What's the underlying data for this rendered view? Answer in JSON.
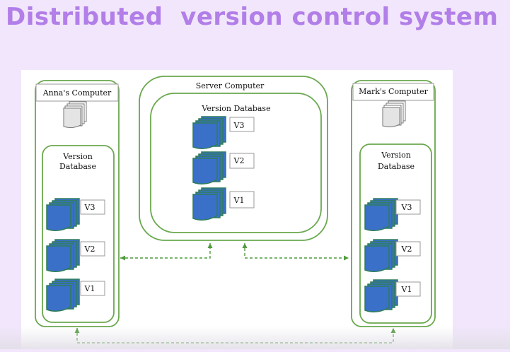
{
  "slide": {
    "title": "Distributed  version control system"
  },
  "colors": {
    "title": "#b27ee8",
    "background": "#f1e6fb",
    "frame": "#6aa84f",
    "stack_fill": "#3a70c8",
    "stack_edge": "#2e7d5a",
    "arrow": "#4f9a3c"
  },
  "diagram": {
    "anna": {
      "title": "Anna's Computer",
      "db_line1": "Version",
      "db_line2": "Database",
      "versions": [
        "V3",
        "V2",
        "V1"
      ]
    },
    "server": {
      "title": "Server Computer",
      "db_title": "Version Database",
      "versions": [
        "V3",
        "V2",
        "V1"
      ]
    },
    "mark": {
      "title": "Mark's Computer",
      "db_line1": "Version",
      "db_line2": "Database",
      "versions": [
        "V3",
        "V2",
        "V1"
      ]
    }
  }
}
